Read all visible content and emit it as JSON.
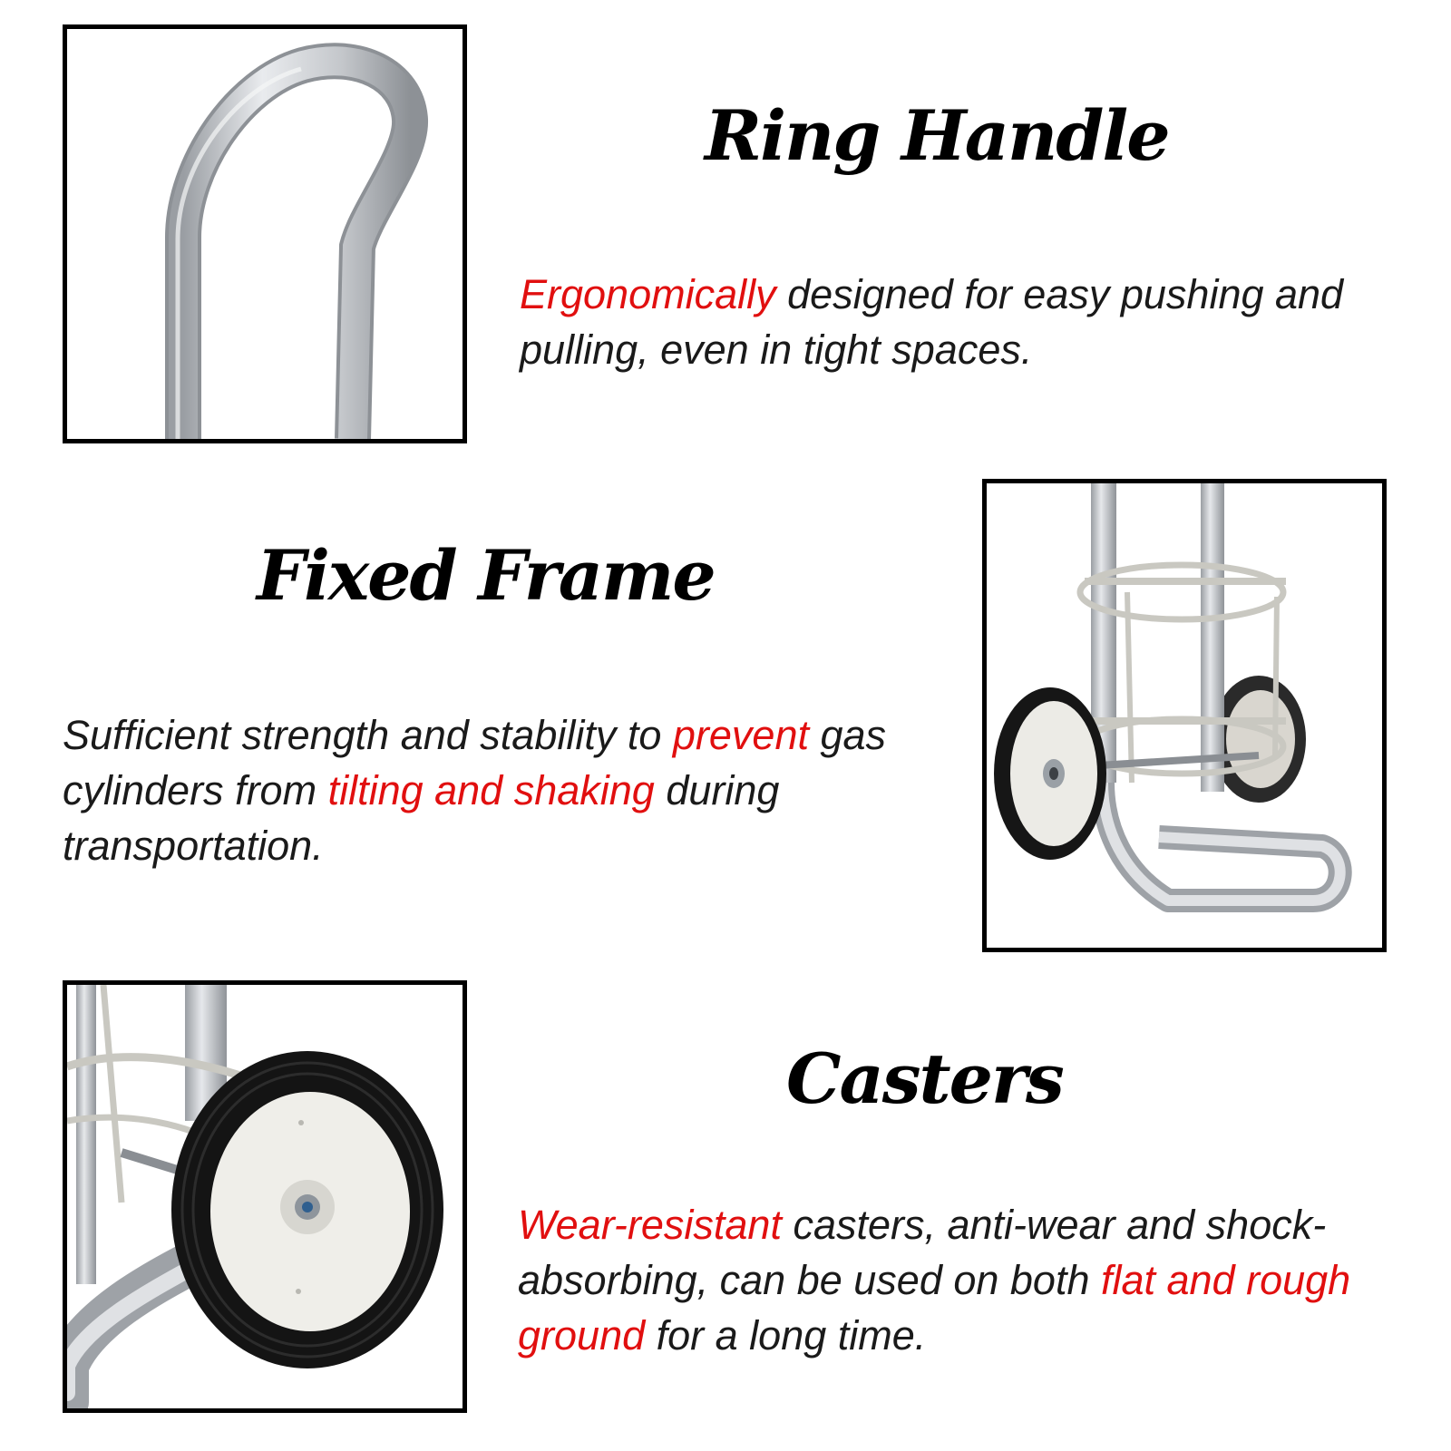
{
  "sections": {
    "ring_handle": {
      "title": "Ring Handle",
      "highlight_1": "Ergonomically",
      "text_1": " designed for easy pushing and pulling, even in tight spaces."
    },
    "fixed_frame": {
      "title": "Fixed Frame",
      "text_1": "Sufficient strength and stability to ",
      "highlight_1": "prevent",
      "text_2": " gas cylinders from ",
      "highlight_2": "tilting and shaking",
      "text_3": " during transportation."
    },
    "casters": {
      "title": "Casters",
      "highlight_1": "Wear-resistant",
      "text_1": " casters, anti-wear and shock-absorbing, can be used on both ",
      "highlight_2": "flat and rough ground",
      "text_2": " for a long time."
    }
  },
  "colors": {
    "highlight": "#e10f0f",
    "heading": "#000000",
    "body_text": "#1a1a1a",
    "frame_border": "#000000",
    "background": "#ffffff"
  }
}
